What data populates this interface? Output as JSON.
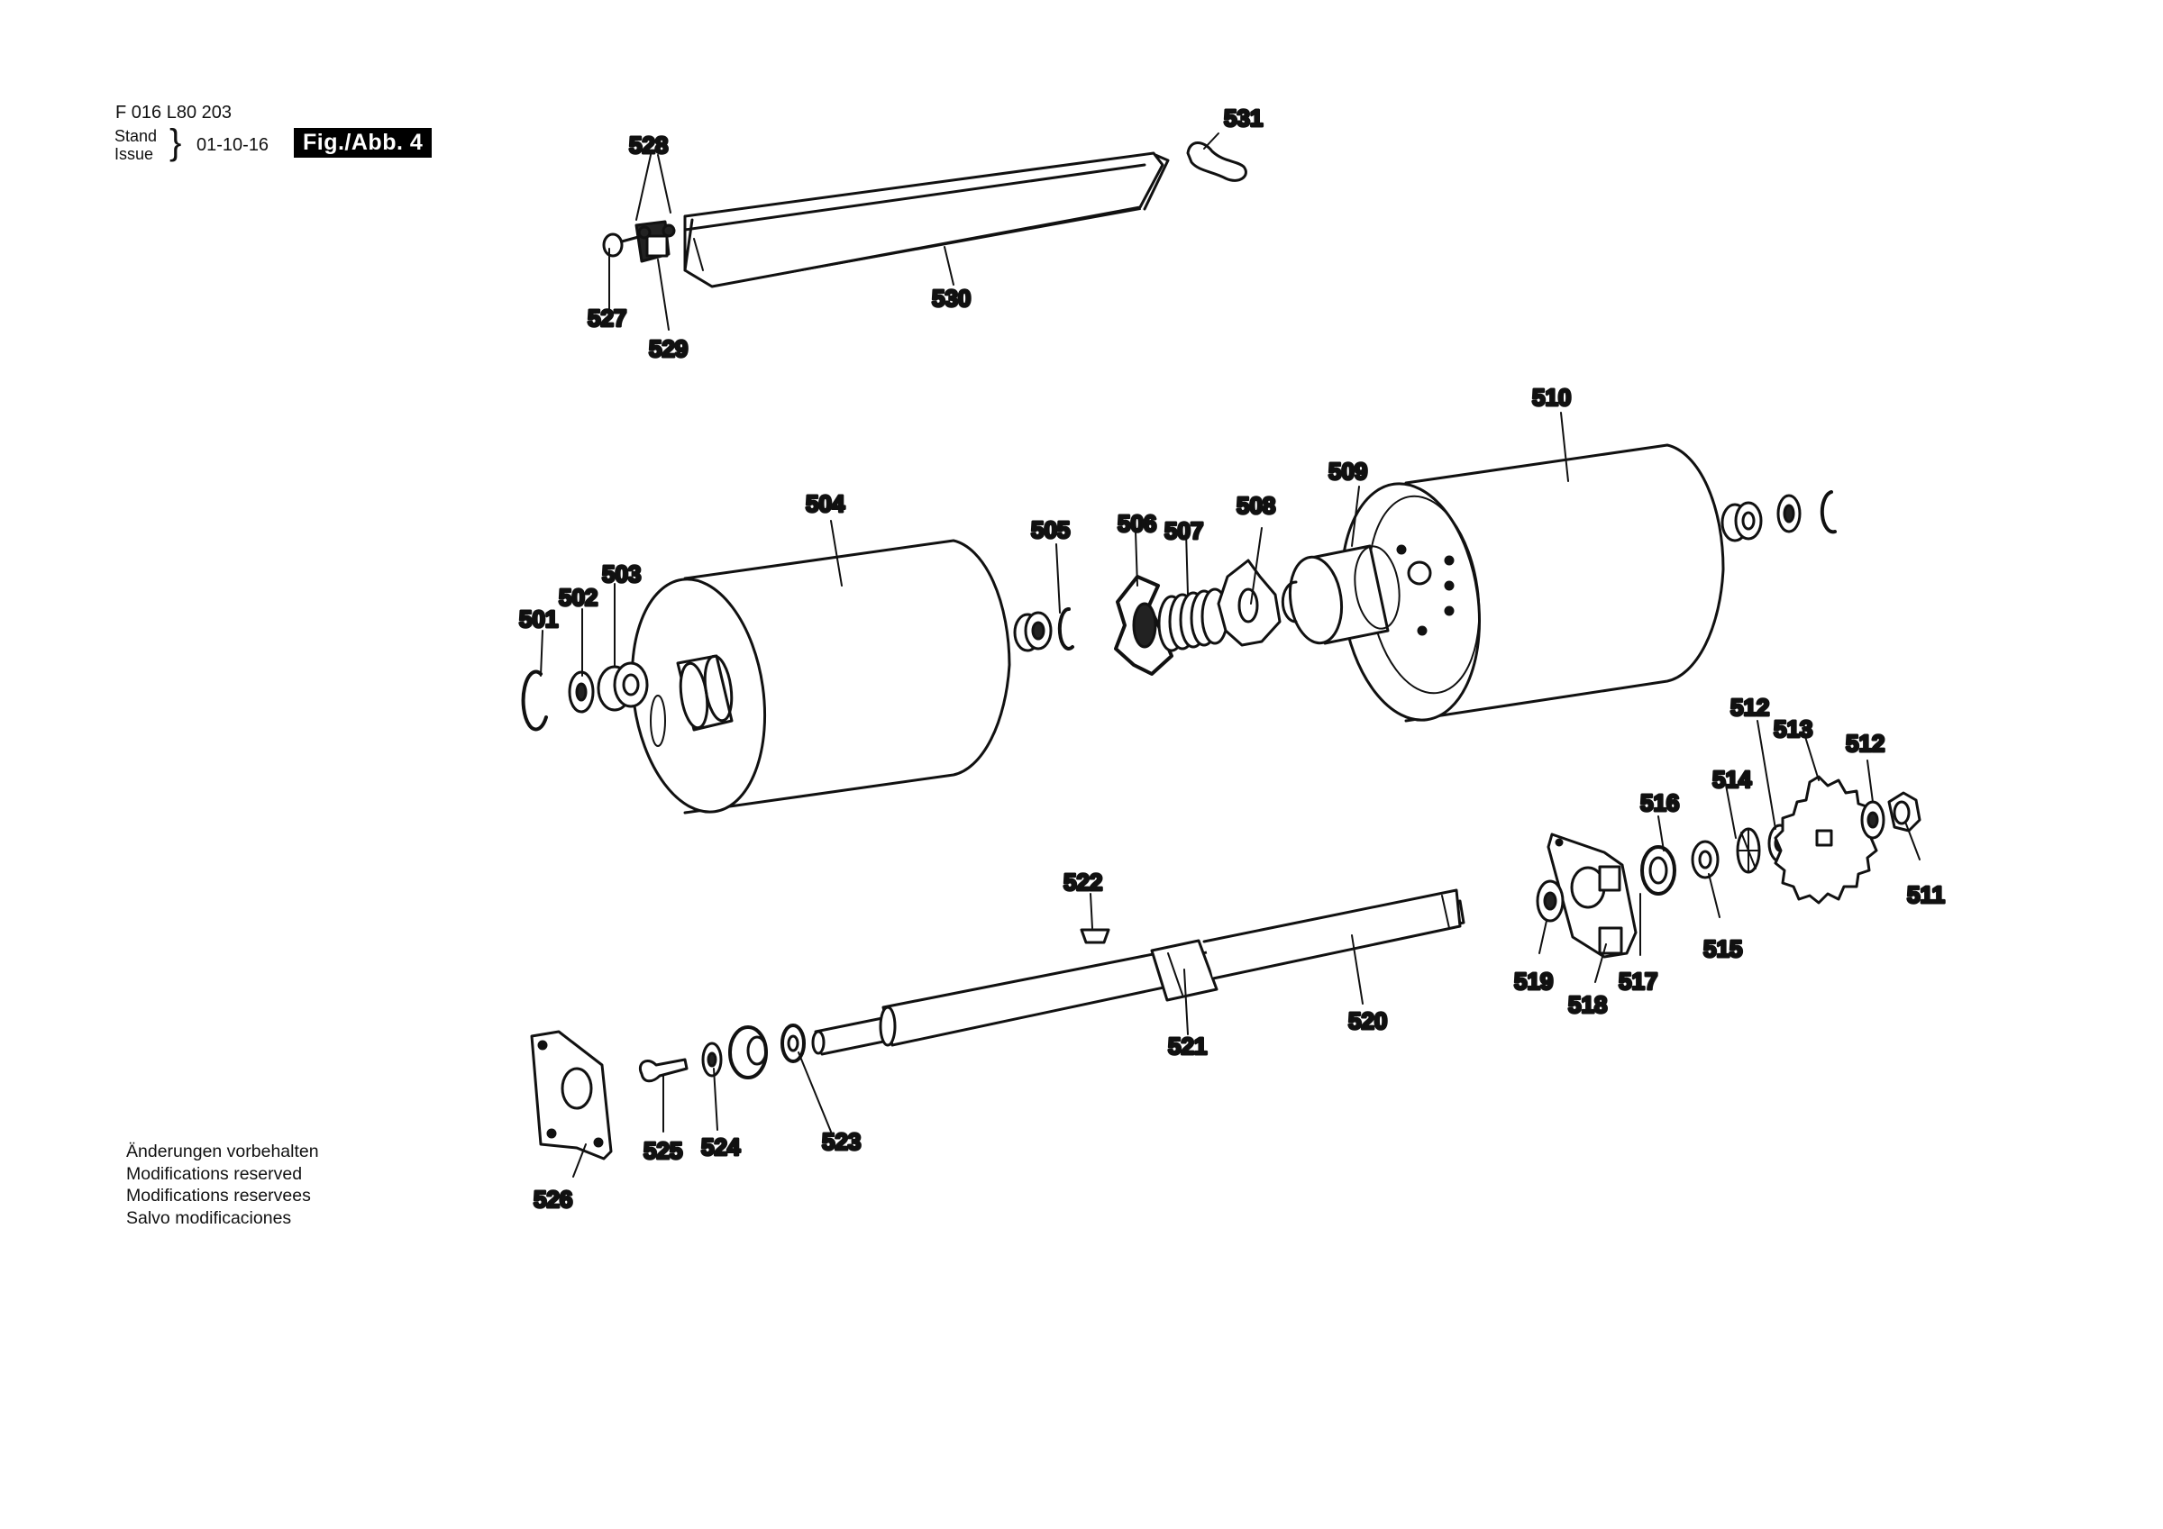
{
  "header": {
    "doc_number": "F 016 L80 203",
    "stand_label": "Stand",
    "issue_label": "Issue",
    "brace": "}",
    "date": "01-10-16",
    "figure_label": "Fig./Abb. 4"
  },
  "notes": [
    "Änderungen vorbehalten",
    "Modifications reserved",
    "Modifications reservees",
    "Salvo modificaciones"
  ],
  "parts": [
    "501",
    "502",
    "503",
    "504",
    "505",
    "506",
    "507",
    "508",
    "509",
    "510",
    "511",
    "512",
    "512",
    "513",
    "514",
    "515",
    "516",
    "517",
    "518",
    "519",
    "520",
    "521",
    "522",
    "523",
    "524",
    "525",
    "526",
    "527",
    "528",
    "529",
    "530",
    "531"
  ]
}
